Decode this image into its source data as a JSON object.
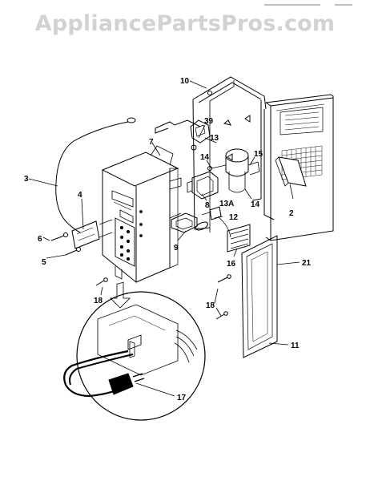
{
  "watermark": "AppliancePartsPros.com",
  "callouts": {
    "c10": "10",
    "c39": "39",
    "c13": "13",
    "c7": "7",
    "c15": "15",
    "c14a": "14",
    "c14b": "14",
    "c3": "3",
    "c4": "4",
    "c8": "8",
    "c13a": "13A",
    "c12": "12",
    "c2": "2",
    "c6": "6",
    "c9": "9",
    "c5": "5",
    "c16": "16",
    "c21": "21",
    "c18a": "18",
    "c18b": "18",
    "c11": "11",
    "c17": "17"
  },
  "colors": {
    "line": "#000000",
    "watermark": "#d2d2d2",
    "background": "#ffffff"
  }
}
